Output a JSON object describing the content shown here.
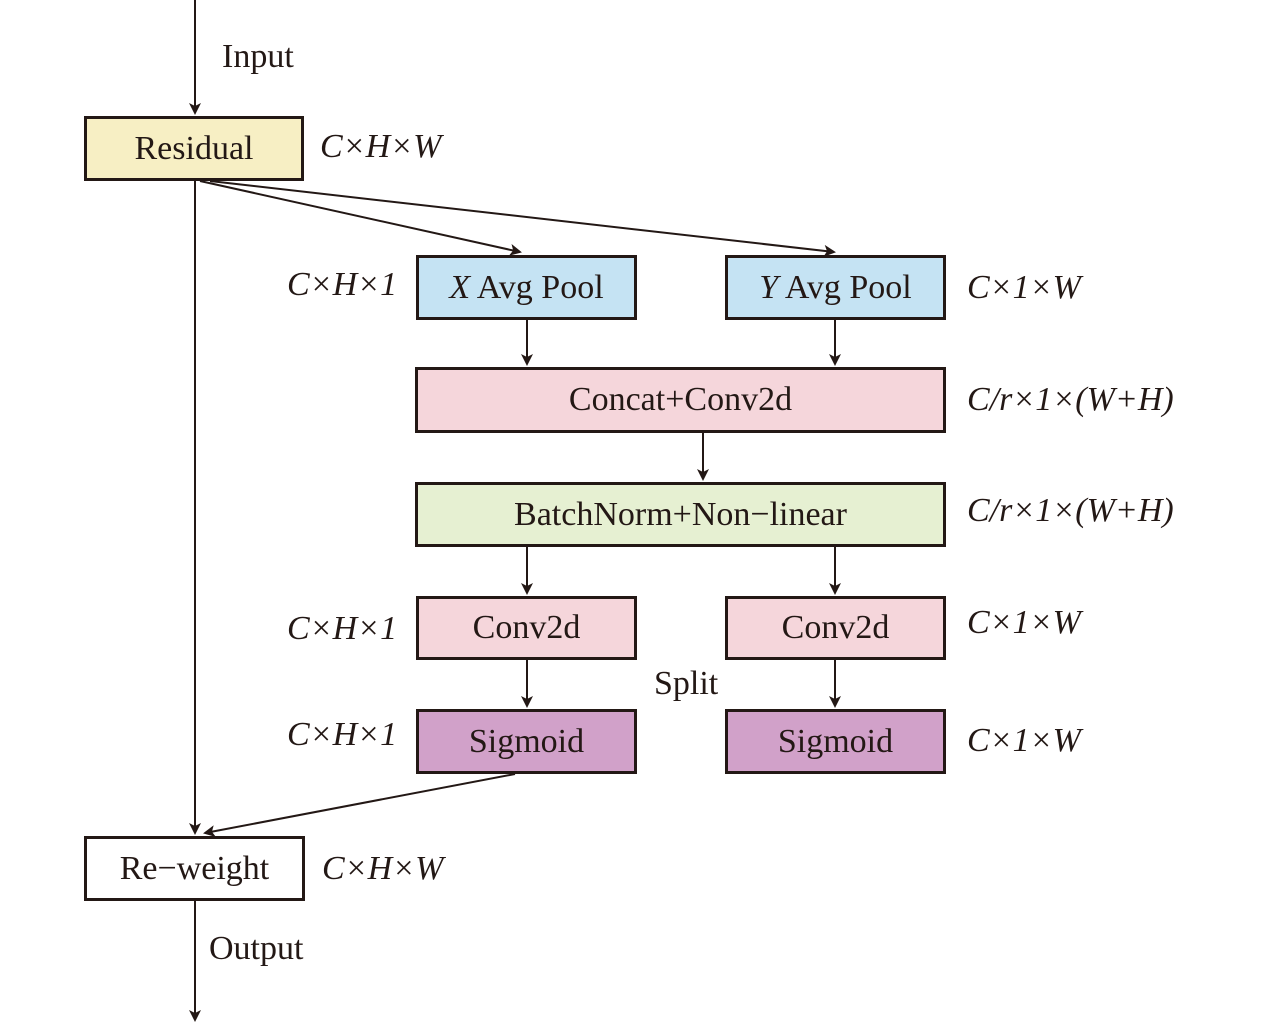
{
  "colors": {
    "residual": "#f7efc4",
    "avg_pool": "#c5e3f3",
    "conv": "#f5d6db",
    "batchnorm": "#e6f0d2",
    "sigmoid": "#d1a1c9",
    "reweight": "#ffffff",
    "stroke": "#231815"
  },
  "labels": {
    "input": "Input",
    "output": "Output",
    "split": "Split"
  },
  "boxes": {
    "residual": "Residual",
    "x_pool_var": "X",
    "x_pool_rest": " Avg Pool",
    "y_pool_var": "Y",
    "y_pool_rest": " Avg Pool",
    "concat_conv": "Concat+Conv2d",
    "batchnorm": "BatchNorm+Non−linear",
    "conv_left": "Conv2d",
    "conv_right": "Conv2d",
    "sigmoid_left": "Sigmoid",
    "sigmoid_right": "Sigmoid",
    "reweight": "Re−weight"
  },
  "dims": {
    "residual": "C×H×W",
    "x_pool": "C×H×1",
    "y_pool": "C×1×W",
    "concat": "C/r×1×(W+H)",
    "batchnorm": "C/r×1×(W+H)",
    "conv_left": "C×H×1",
    "conv_right": "C×1×W",
    "sigmoid_left": "C×H×1",
    "sigmoid_right": "C×1×W",
    "reweight": "C×H×W"
  }
}
